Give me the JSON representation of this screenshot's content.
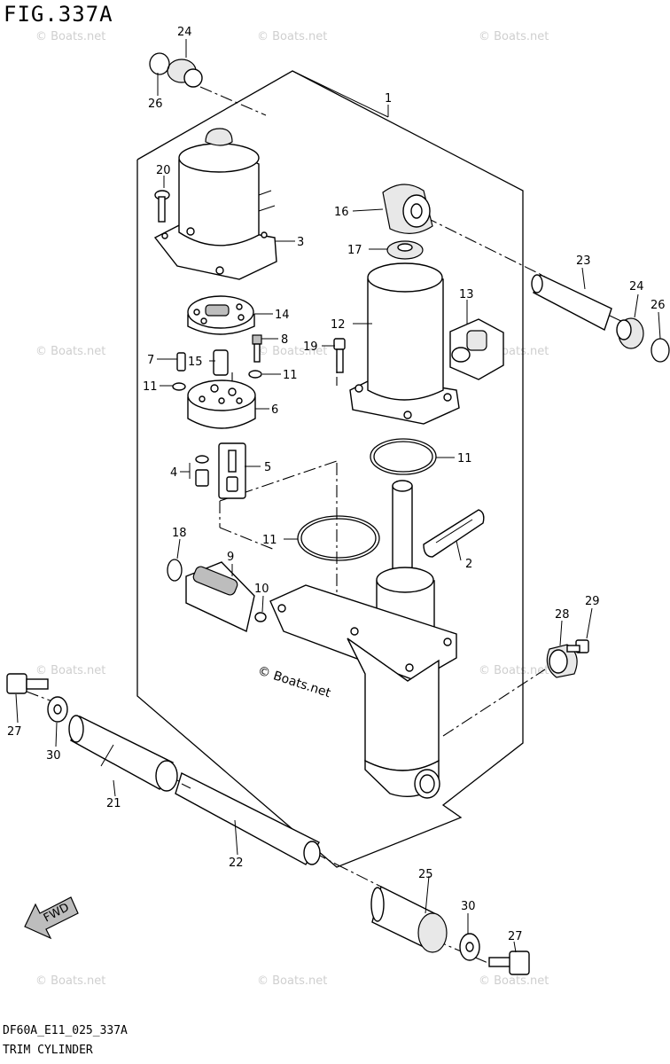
{
  "header": {
    "figure_title": "FIG.337A"
  },
  "footer": {
    "code": "DF60A_E11_025_337A",
    "title": "TRIM CYLINDER"
  },
  "watermark": {
    "text": "© Boats.net"
  },
  "center_mark": {
    "text": "© Boats.net"
  },
  "fwd_arrow": {
    "label": "FWD"
  },
  "callouts": [
    {
      "id": "1",
      "label": "1"
    },
    {
      "id": "2",
      "label": "2"
    },
    {
      "id": "3",
      "label": "3"
    },
    {
      "id": "4",
      "label": "4"
    },
    {
      "id": "5",
      "label": "5"
    },
    {
      "id": "6",
      "label": "6"
    },
    {
      "id": "7",
      "label": "7"
    },
    {
      "id": "8",
      "label": "8"
    },
    {
      "id": "9",
      "label": "9"
    },
    {
      "id": "10",
      "label": "10"
    },
    {
      "id": "11a",
      "label": "11"
    },
    {
      "id": "11b",
      "label": "11"
    },
    {
      "id": "11c",
      "label": "11"
    },
    {
      "id": "11d",
      "label": "11"
    },
    {
      "id": "12",
      "label": "12"
    },
    {
      "id": "13",
      "label": "13"
    },
    {
      "id": "14",
      "label": "14"
    },
    {
      "id": "15",
      "label": "15"
    },
    {
      "id": "16",
      "label": "16"
    },
    {
      "id": "17",
      "label": "17"
    },
    {
      "id": "18",
      "label": "18"
    },
    {
      "id": "19",
      "label": "19"
    },
    {
      "id": "20",
      "label": "20"
    },
    {
      "id": "21",
      "label": "21"
    },
    {
      "id": "22",
      "label": "22"
    },
    {
      "id": "23",
      "label": "23"
    },
    {
      "id": "24a",
      "label": "24"
    },
    {
      "id": "24b",
      "label": "24"
    },
    {
      "id": "25",
      "label": "25"
    },
    {
      "id": "26a",
      "label": "26"
    },
    {
      "id": "26b",
      "label": "26"
    },
    {
      "id": "27a",
      "label": "27"
    },
    {
      "id": "27b",
      "label": "27"
    },
    {
      "id": "28",
      "label": "28"
    },
    {
      "id": "29",
      "label": "29"
    },
    {
      "id": "30a",
      "label": "30"
    },
    {
      "id": "30b",
      "label": "30"
    }
  ]
}
